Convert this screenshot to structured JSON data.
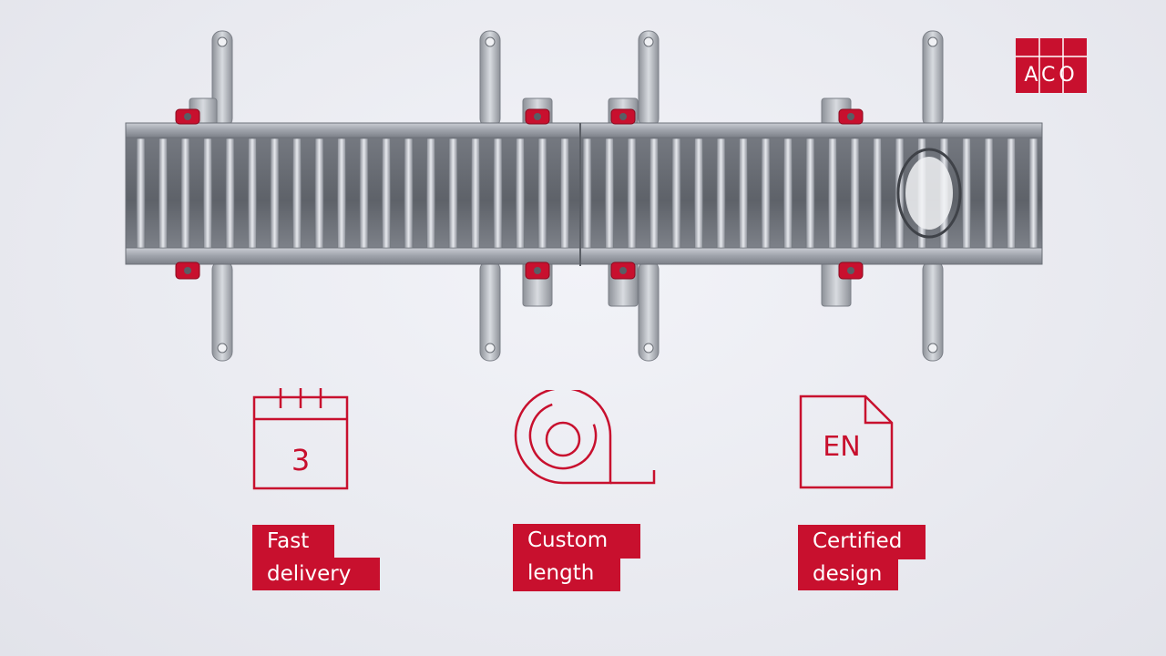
{
  "brand": {
    "logo_text": "ACO",
    "accent_color": "#c8102e"
  },
  "features": [
    {
      "icon": "calendar-icon",
      "icon_text": "3",
      "line1": "Fast",
      "line2": "delivery"
    },
    {
      "icon": "tape-measure-icon",
      "line1": "Custom",
      "line2": "length"
    },
    {
      "icon": "document-icon",
      "icon_text": "EN",
      "line1": "Certified",
      "line2": "design"
    }
  ]
}
